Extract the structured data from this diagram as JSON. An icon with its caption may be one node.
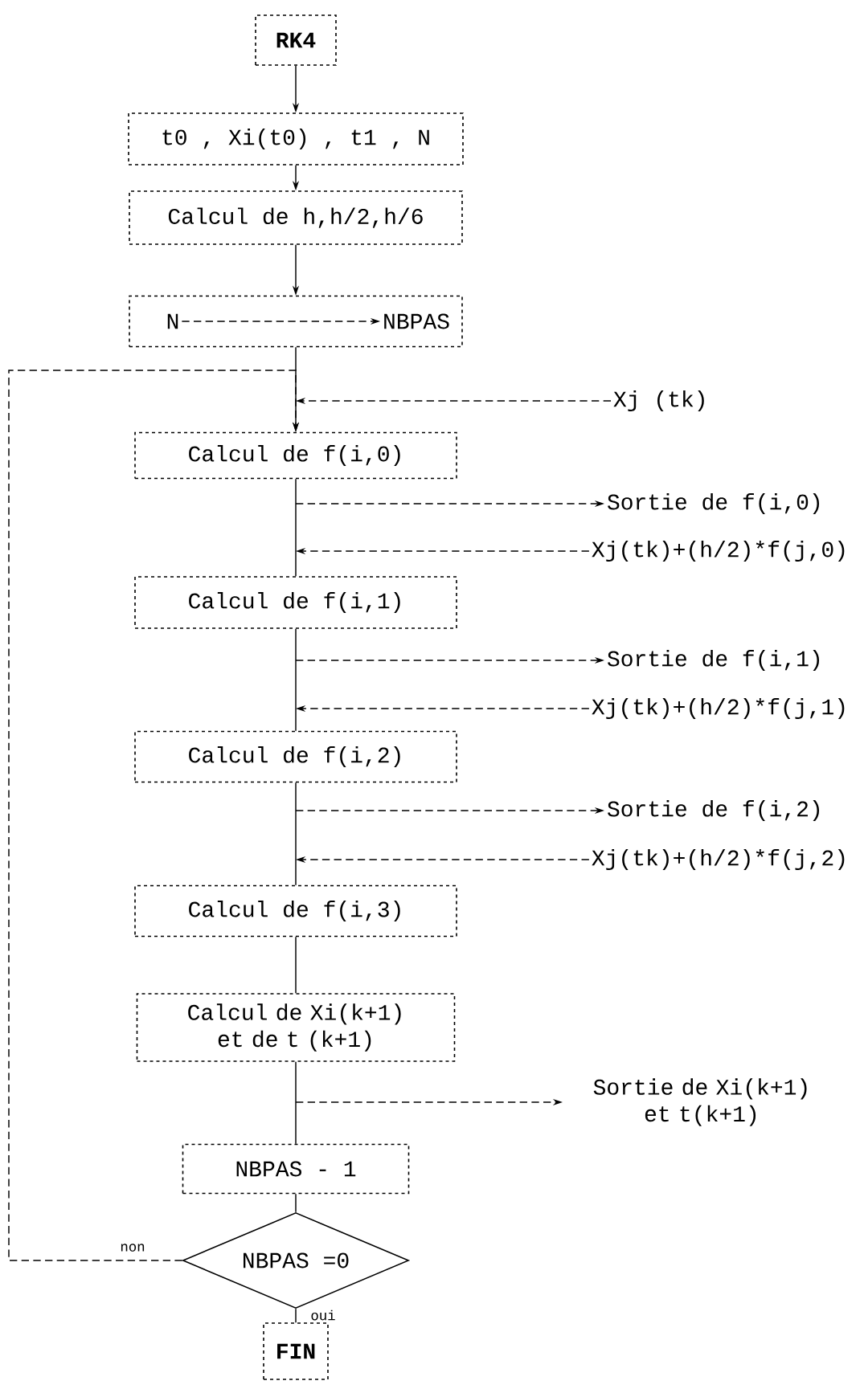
{
  "diagram": {
    "nodes": [
      {
        "text": [
          "RK4"
        ]
      },
      {
        "text": [
          "t0 , Xi(t0) , t1 , N"
        ]
      },
      {
        "text": [
          "Calcul de h,h/2,h/6"
        ]
      },
      {
        "text": [],
        "shape": "box"
      },
      {
        "text": [
          "N"
        ],
        "in": 3
      },
      {
        "text": [
          "NBPAS"
        ],
        "in": 3
      },
      {
        "text": [
          "Xj (tk)"
        ]
      },
      {
        "text": [
          "Calcul de f(i,0)"
        ]
      },
      {
        "text": [
          "Sortie de f(i,0)"
        ]
      },
      {
        "text": [
          "Xj(tk)+(h/2)*f(j,0)"
        ]
      },
      {
        "text": [
          "Calcul de f(i,1)"
        ]
      },
      {
        "text": [
          "Sortie de f(i,1)"
        ]
      },
      {
        "text": [
          "Xj(tk)+(h/2)*f(j,1)"
        ]
      },
      {
        "text": [
          "Calcul de f(i,2)"
        ]
      },
      {
        "text": [
          "Sortie de f(i,2)"
        ]
      },
      {
        "text": [
          "Xj(tk)+(h/2)*f(j,2)"
        ]
      },
      {
        "text": [
          "Calcul de f(i,3)"
        ]
      },
      {
        "text": [
          "Calcul de Xi(k+1) et de t (k+1)"
        ]
      },
      {
        "text": [
          "Sortie de Xi(k+1) et t(k+1)"
        ]
      },
      {
        "text": [
          "NBPAS - 1"
        ]
      },
      {
        "text": [
          "NBPAS =0"
        ]
      },
      {
        "text": [
          "FIN"
        ]
      }
    ],
    "edges": [
      {
        "from": 0,
        "to": 1,
        "arrow": "to"
      },
      {
        "from": 1,
        "to": 2,
        "arrow": "to"
      },
      {
        "from": 2,
        "to": 3,
        "arrow": "to"
      },
      {
        "from": 4,
        "to": 5,
        "arrow": "to",
        "style": "dashed"
      },
      {
        "from": 3,
        "to": 7,
        "arrow": "to"
      },
      {
        "from": 6,
        "to": null,
        "arrow": "to",
        "style": "dashed"
      },
      {
        "from": 7,
        "to": 10,
        "arrow": "none"
      },
      {
        "from": null,
        "to": 8,
        "arrow": "to",
        "style": "dashed"
      },
      {
        "from": 9,
        "to": null,
        "arrow": "to",
        "style": "dashed"
      },
      {
        "from": 10,
        "to": 13,
        "arrow": "none"
      },
      {
        "from": null,
        "to": 11,
        "arrow": "to",
        "style": "dashed"
      },
      {
        "from": 12,
        "to": null,
        "arrow": "to",
        "style": "dashed"
      },
      {
        "from": 13,
        "to": 16,
        "arrow": "none"
      },
      {
        "from": null,
        "to": 14,
        "arrow": "to",
        "style": "dashed"
      },
      {
        "from": 15,
        "to": null,
        "arrow": "to",
        "style": "dashed"
      },
      {
        "from": 16,
        "to": 17,
        "arrow": "none"
      },
      {
        "from": 17,
        "to": 19,
        "arrow": "none"
      },
      {
        "from": null,
        "to": 18,
        "arrow": "to",
        "style": "dashed"
      },
      {
        "from": 19,
        "to": 20,
        "arrow": "none"
      },
      {
        "from": 20,
        "to": 7,
        "arrow": "to",
        "label": "non",
        "style": "dashed"
      },
      {
        "from": 20,
        "to": 21,
        "arrow": "none",
        "label": "oui"
      }
    ]
  }
}
